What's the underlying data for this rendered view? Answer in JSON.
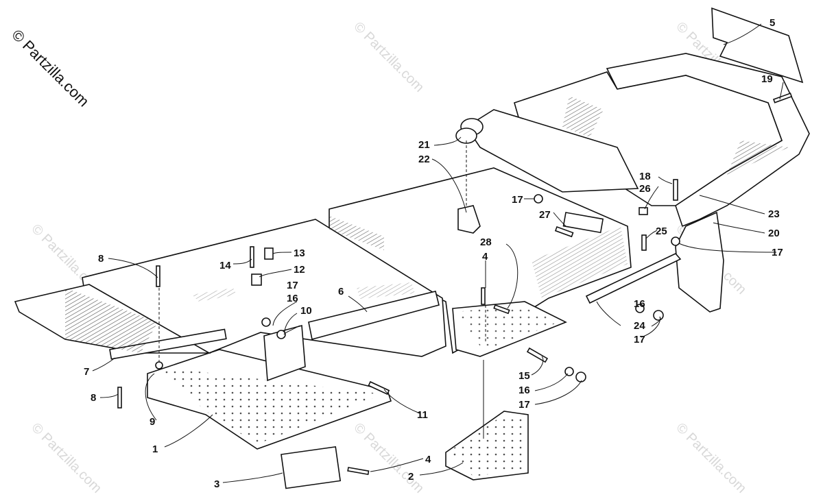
{
  "watermark": {
    "corner_text": "© Partzilla.com",
    "tile_text": "© Partzilla.com"
  },
  "colors": {
    "line": "#111111",
    "watermark": "#d8d8d8",
    "background": "#ffffff"
  },
  "callouts": [
    {
      "id": "c1",
      "label": "1"
    },
    {
      "id": "c2",
      "label": "2"
    },
    {
      "id": "c3",
      "label": "3"
    },
    {
      "id": "c4a",
      "label": "4"
    },
    {
      "id": "c4b",
      "label": "4"
    },
    {
      "id": "c5",
      "label": "5"
    },
    {
      "id": "c6",
      "label": "6"
    },
    {
      "id": "c7",
      "label": "7"
    },
    {
      "id": "c8a",
      "label": "8"
    },
    {
      "id": "c8b",
      "label": "8"
    },
    {
      "id": "c9",
      "label": "9"
    },
    {
      "id": "c10",
      "label": "10"
    },
    {
      "id": "c11",
      "label": "11"
    },
    {
      "id": "c12",
      "label": "12"
    },
    {
      "id": "c13",
      "label": "13"
    },
    {
      "id": "c14",
      "label": "14"
    },
    {
      "id": "c15",
      "label": "15"
    },
    {
      "id": "c16a",
      "label": "16"
    },
    {
      "id": "c16b",
      "label": "16"
    },
    {
      "id": "c16c",
      "label": "16"
    },
    {
      "id": "c17a",
      "label": "17"
    },
    {
      "id": "c17b",
      "label": "17"
    },
    {
      "id": "c17c",
      "label": "17"
    },
    {
      "id": "c17d",
      "label": "17"
    },
    {
      "id": "c17e",
      "label": "17"
    },
    {
      "id": "c18",
      "label": "18"
    },
    {
      "id": "c19",
      "label": "19"
    },
    {
      "id": "c20",
      "label": "20"
    },
    {
      "id": "c21",
      "label": "21"
    },
    {
      "id": "c22",
      "label": "22"
    },
    {
      "id": "c23",
      "label": "23"
    },
    {
      "id": "c24",
      "label": "24"
    },
    {
      "id": "c25",
      "label": "25"
    },
    {
      "id": "c26",
      "label": "26"
    },
    {
      "id": "c27",
      "label": "27"
    },
    {
      "id": "c28",
      "label": "28"
    }
  ]
}
